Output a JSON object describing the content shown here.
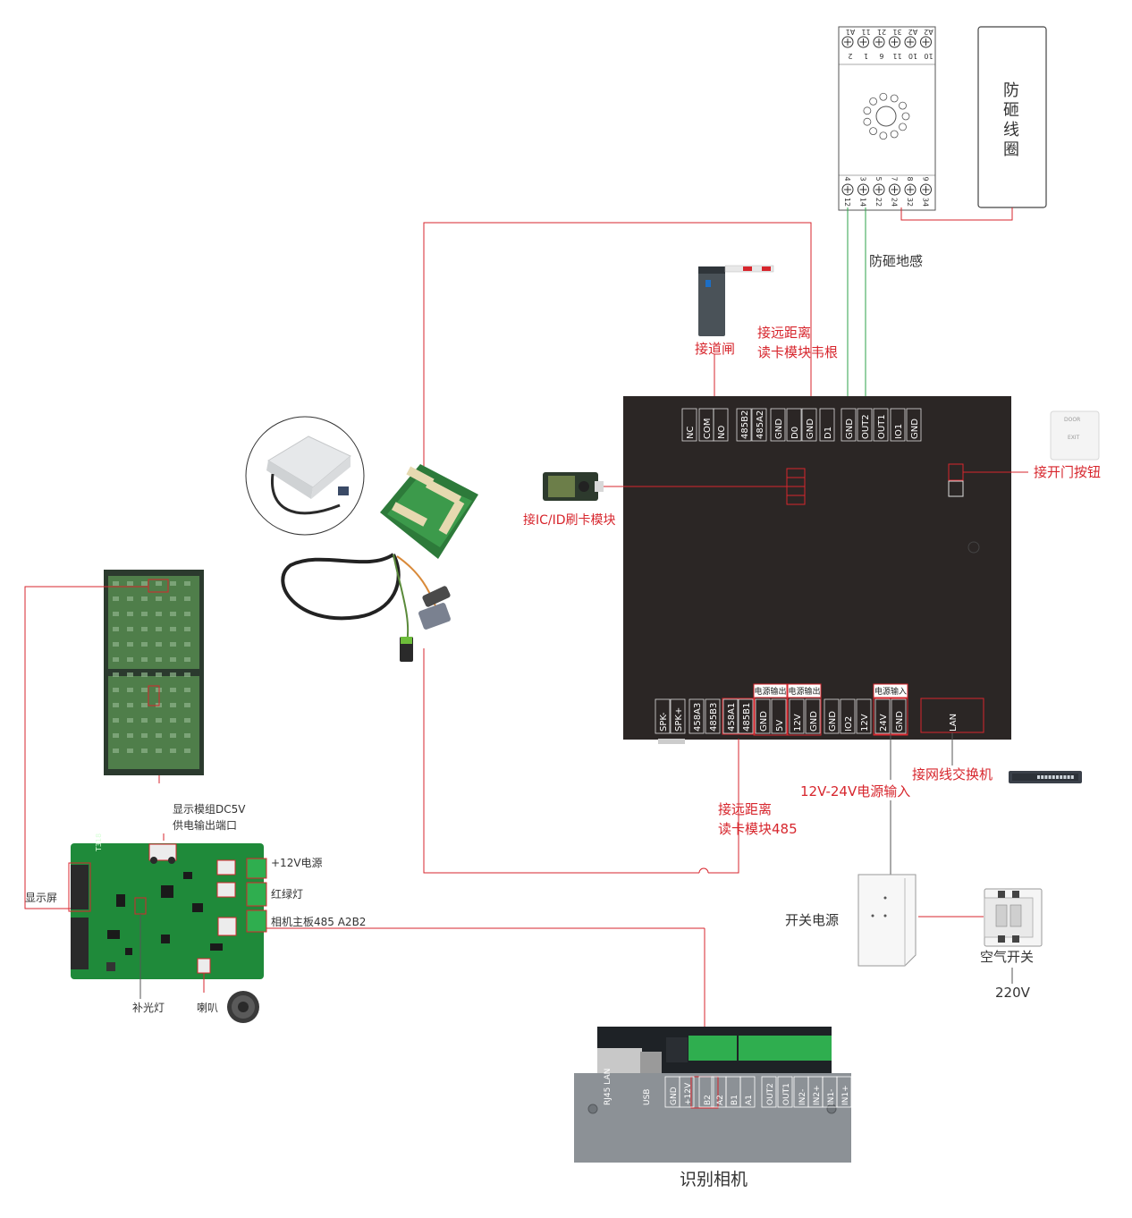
{
  "colors": {
    "wire_red": "#d7262d",
    "wire_green": "#2ea24a",
    "controller_bg": "#2b2625",
    "pcb_green": "#1f8a3a",
    "terminal_green": "#2fae4f",
    "camera_gray": "#8c9196"
  },
  "coil_relay": {
    "top_pins": [
      "A1",
      "11",
      "21",
      "31",
      "A2",
      "A2"
    ],
    "top_nums": [
      "2",
      "1",
      "6",
      "11",
      "10",
      "10"
    ],
    "bottom_pins": [
      "4",
      "3",
      "5",
      "7",
      "8",
      "9"
    ],
    "bottom_nums": [
      "12",
      "14",
      "22",
      "24",
      "32",
      "34"
    ]
  },
  "coil_label": "防砸线圈",
  "labels": {
    "anti_smash_ground": "防砸地感",
    "barrier_gate": "接道闸",
    "long_range_wiegand_1": "接远距离",
    "long_range_wiegand_2": "读卡模块韦根",
    "ic_card": "接IC/ID刷卡模块",
    "door_button": "接开门按钮",
    "display_power_1": "显示模组DC5V",
    "display_power_2": "供电输出端口",
    "display_screen": "显示屏",
    "power_12v": "+12V电源",
    "traffic_light": "红绿灯",
    "camera_485": "相机主板485 A2B2",
    "fill_light": "补光灯",
    "speaker": "喇叭",
    "long_range_485_1": "接远距离",
    "long_range_485_2": "读卡模块485",
    "power_input": "12V-24V电源输入",
    "switch_network": "接网线交换机",
    "switch_power": "开关电源",
    "air_switch": "空气开关",
    "mains": "220V",
    "camera": "识别相机"
  },
  "controller": {
    "top_terminals": [
      "NC",
      "COM",
      "NO",
      "485B2",
      "485A2",
      "GND",
      "D0",
      "GND",
      "D1",
      "GND",
      "OUT2",
      "OUT1",
      "IO1",
      "GND"
    ],
    "bottom_terminals": [
      "SPK-",
      "SPK+",
      "458A3",
      "485B3",
      "458A1",
      "485B1",
      "GND",
      "5V",
      "12V",
      "GND",
      "GND",
      "IO2",
      "12V",
      "24V",
      "GND"
    ],
    "bottom_tags": [
      "电源输出",
      "电源输出",
      "电源输入"
    ],
    "lan": "LAN"
  },
  "door_button_text": [
    "DOOR",
    "EXIT"
  ],
  "board_mark": "T318",
  "camera_terminals": [
    "RJ45 LAN",
    "USB",
    "GND",
    "+12V",
    "B2",
    "A2",
    "B1",
    "A1",
    "OUT2",
    "OUT1",
    "IN2-",
    "IN2+",
    "IN1-",
    "IN1+"
  ]
}
